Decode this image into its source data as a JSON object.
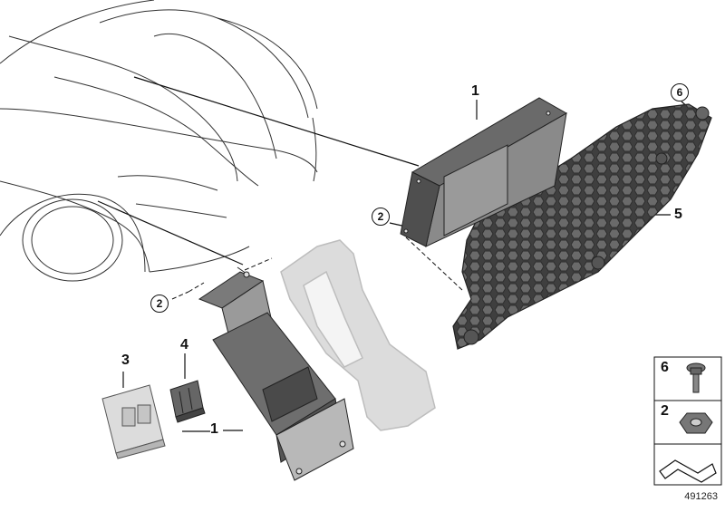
{
  "callouts": {
    "part1_top": "1",
    "part1_bottom": "1",
    "part2_left": "2",
    "part2_right": "2",
    "part3": "3",
    "part4": "4",
    "part5": "5",
    "part6": "6"
  },
  "legend": {
    "row_bolt": "6",
    "row_nut": "2"
  },
  "diagram_id": "491263",
  "colors": {
    "part_dark": "#5a5a5a",
    "part_mid": "#777777",
    "part_light": "#d8d8d8",
    "outline": "#111111"
  }
}
